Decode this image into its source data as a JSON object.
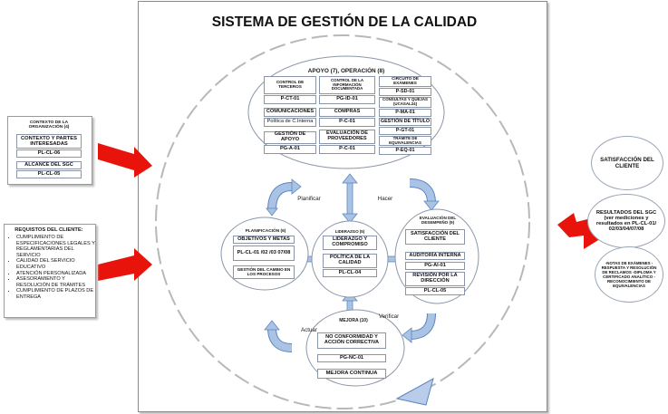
{
  "title": "SISTEMA DE GESTIÓN DE LA CALIDAD",
  "apoyo": {
    "header": "APOYO (7), OPERACIÓN (8)",
    "col1": [
      {
        "label": "CONTROL DE TERCEROS",
        "code": "P-CT-01"
      },
      {
        "label": "COMUNICACIONES",
        "code": "Política de C.Interna"
      },
      {
        "label": "GESTIÓN DE APOYO",
        "code": "PG-A-01"
      }
    ],
    "col2": [
      {
        "label": "CONTROL DE LA INFORMACIÓN DOCUMENTADA",
        "code": "PG-ID-01"
      },
      {
        "label": "COMPRAS",
        "code": "P-C-01"
      },
      {
        "label": "EVALUACIÓN DE PROVEEDORES",
        "code": "P-C-01"
      }
    ],
    "col3": [
      {
        "label": "CIRCUITO DE EXÁMENES",
        "code": "P-SD-01"
      },
      {
        "label": "CONSULTAS Y QUEJAS (UCASAL24)",
        "code": "P-MA-01"
      },
      {
        "label": "GESTIÓN DE TÍTULO",
        "code": "P-GT-01"
      },
      {
        "label": "TRÁMITE DE EQUIVALENCIAS",
        "code": "P-EQ-01"
      }
    ]
  },
  "contexto": {
    "header": "CONTEXTO DE LA ORGANIZACIÓN (4)",
    "item1": "CONTEXTO Y PARTES INTERESADAS",
    "code1": "PL-CL-06",
    "item2": "ALCANCE DEL SGC",
    "code2": "PL-CL-05"
  },
  "requisitos": {
    "header": "REQUISTOS DEL CLIENTE:",
    "items": [
      "CUMPLIMIENTO DE ESPECIFICACIONES LEGALES Y REGLAMENTARIAS DEL SERVICIO",
      "CALIDAD DEL SERVICIO EDUCATIVO",
      "ATENCIÓN PERSONALIZADA",
      "ASESORAMIENTO Y RESOLUCIÓN DE TRÁMITES",
      "CUMPLIMIENTO DE PLAZOS DE ENTREGA"
    ]
  },
  "planificacion": {
    "header": "PLANIFICACIÓN (6)",
    "title": "OBJETIVOS Y METAS",
    "code": "PL-CL-01 /02 /03 07/08",
    "item2": "GESTIÓN DEL CAMBIO EN LOS PROCESOS"
  },
  "liderazgo": {
    "header": "LIDERAZGO (5)",
    "title": "LIDERAZGO Y COMPROMISO",
    "item2": "POLÍTICA DE LA CALIDAD",
    "code": "PL-CL-04"
  },
  "evaluacion": {
    "header": "EVALUACIÓN DEL DESEMPEÑO (9)",
    "item1": "SATISFACCIÓN DEL CLIENTE",
    "item2": "AUDITORÍA INTERNA",
    "code2": "PG-AI-01",
    "item3": "REVISIÓN POR LA DIRECCIÓN",
    "code3": "PL-CL-05"
  },
  "mejora": {
    "header": "MEJORA (10)",
    "item1": "NO CONFORMIDAD Y ACCIÓN CORRECTIVA",
    "code1": "PG-NC-01",
    "item2": "MEJORA CONTINUA"
  },
  "cycle": {
    "planificar": "Planificar",
    "hacer": "Hacer",
    "verificar": "Verificar",
    "actuar": "Actuar"
  },
  "right": {
    "satisfaccion": "SATISFACCIÓN DEL CLIENTE",
    "resultados": "RESULTADOS DEL SGC (ver mediciones y resultados en PL-CL-01/ 02/03/04/07/08",
    "notas": "-NOTAS DE EXÁMENES -RESPUESTA Y RESOLUCIÓN DE RECLAMOS -DIPLOMA Y CERTIFICADO ANALÍTICO -RECONOCIMIENTO DE EQUIVALENCIAS"
  },
  "colors": {
    "red": "#e8140c",
    "blue_arrow": "#a9c3e4",
    "blue_dark": "#5e84c0",
    "box_border": "#8a96a8"
  }
}
